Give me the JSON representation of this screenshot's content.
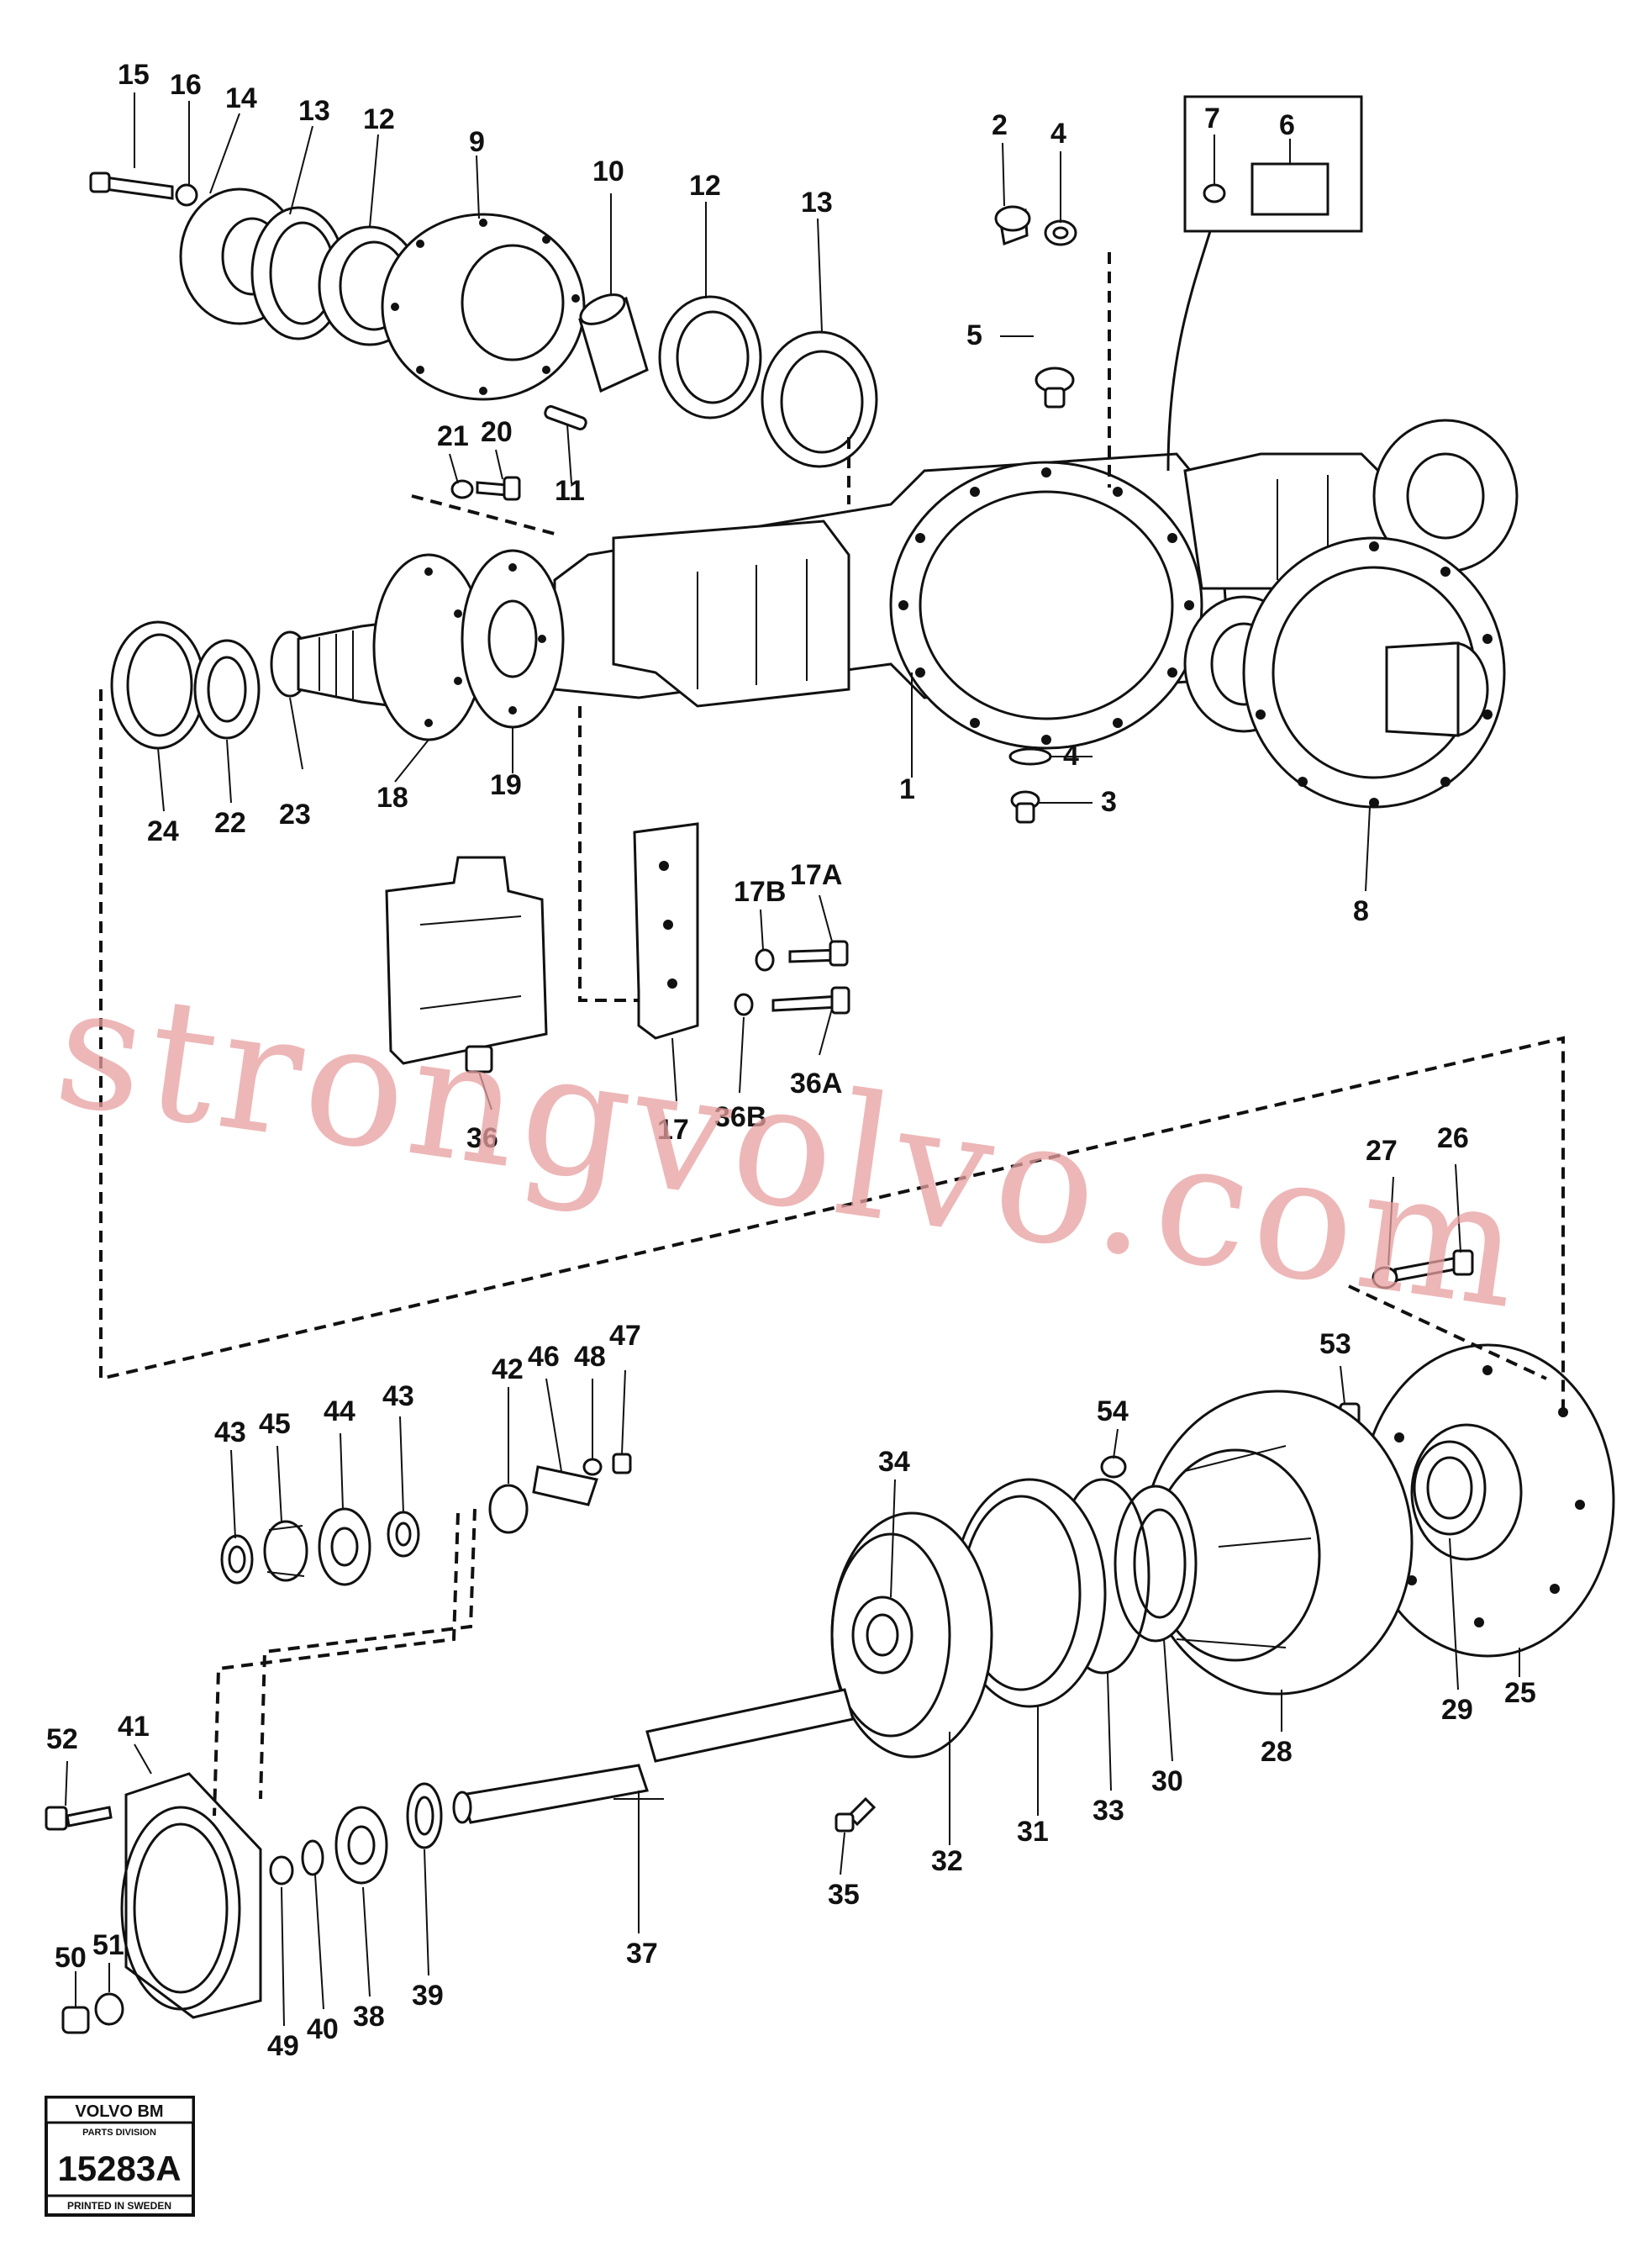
{
  "watermark": "strongvolvo.com",
  "badge": {
    "brand": "VOLVO BM",
    "division": "PARTS DIVISION",
    "number": "15283A",
    "footer": "PRINTED IN SWEDEN"
  },
  "labels": {
    "l1": "1",
    "l2": "2",
    "l3": "3",
    "l4a": "4",
    "l4b": "4",
    "l5": "5",
    "l6": "6",
    "l7": "7",
    "l8": "8",
    "l9": "9",
    "l10": "10",
    "l11": "11",
    "l12a": "12",
    "l12b": "12",
    "l13a": "13",
    "l13b": "13",
    "l14": "14",
    "l15": "15",
    "l16": "16",
    "l17": "17",
    "l17a": "17A",
    "l17b": "17B",
    "l18": "18",
    "l19": "19",
    "l20": "20",
    "l21": "21",
    "l22": "22",
    "l23": "23",
    "l24": "24",
    "l25": "25",
    "l26": "26",
    "l27": "27",
    "l28": "28",
    "l29": "29",
    "l30": "30",
    "l31": "31",
    "l32": "32",
    "l33": "33",
    "l34": "34",
    "l35": "35",
    "l36": "36",
    "l36a": "36A",
    "l36b": "36B",
    "l37": "37",
    "l38": "38",
    "l39": "39",
    "l40": "40",
    "l41": "41",
    "l42": "42",
    "l43a": "43",
    "l43b": "43",
    "l44": "44",
    "l45": "45",
    "l46": "46",
    "l47": "47",
    "l48": "48",
    "l49": "49",
    "l50": "50",
    "l51": "51",
    "l52": "52",
    "l53": "53",
    "l54": "54"
  }
}
